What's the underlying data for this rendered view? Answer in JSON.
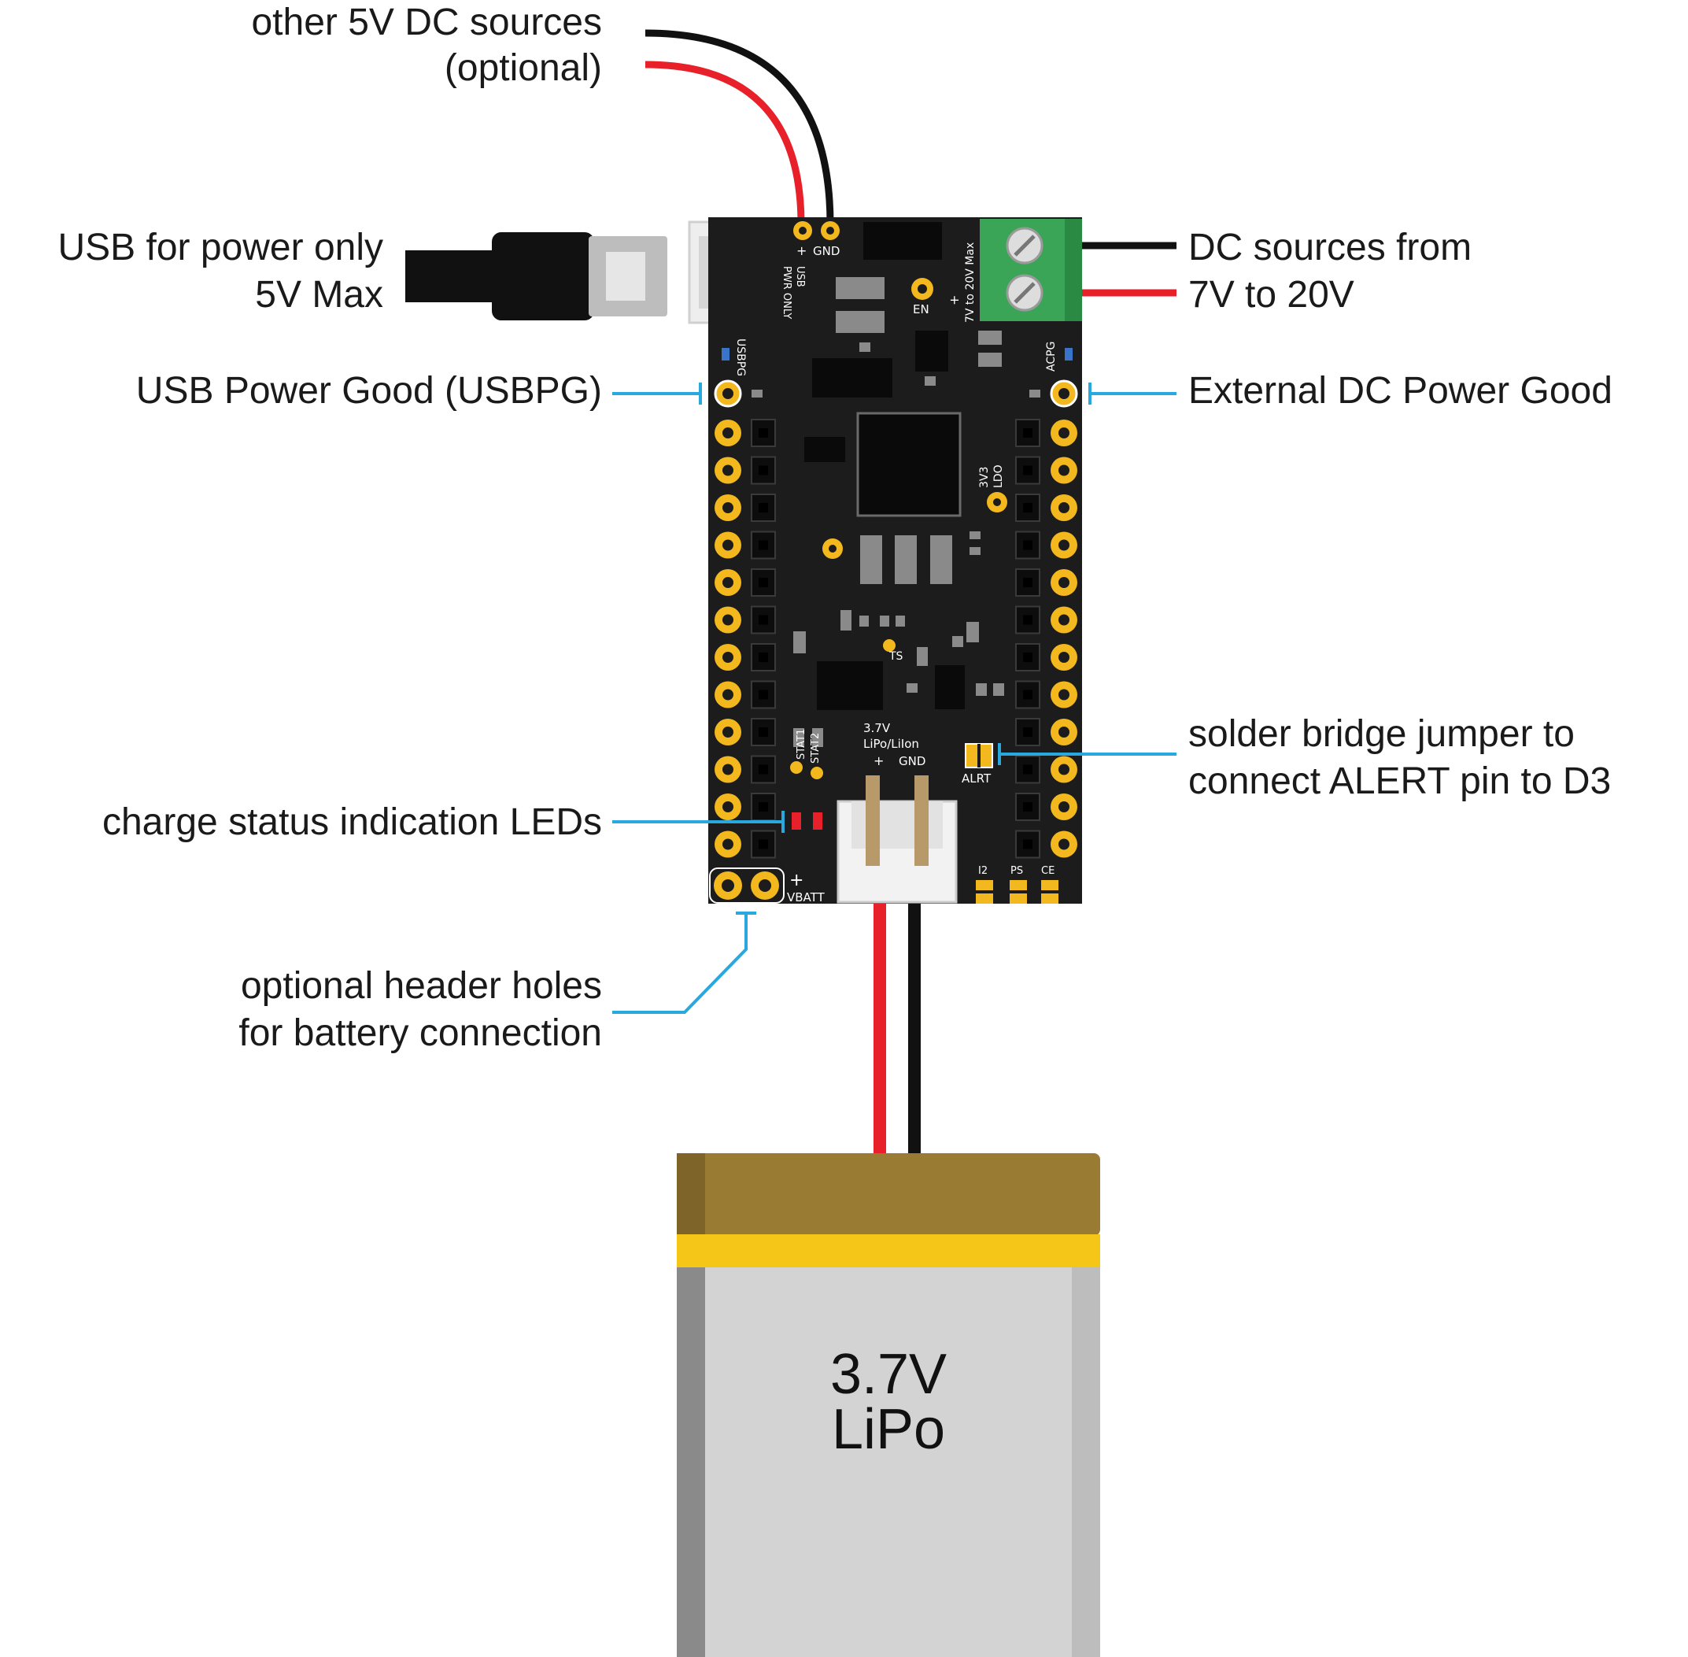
{
  "callouts": {
    "other_sources_1": "other 5V DC sources",
    "other_sources_2": "(optional)",
    "usb_1": "USB for power only",
    "usb_2": "5V Max",
    "dc_1": "DC sources from",
    "dc_2": "7V to 20V",
    "usbpg": "USB Power Good (USBPG)",
    "acpg": "External DC Power Good",
    "alert_1": "solder bridge jumper to",
    "alert_2": "connect ALERT pin to D3",
    "leds": "charge status indication LEDs",
    "header_1": "optional header holes",
    "header_2": "for battery connection"
  },
  "silkscreen": {
    "plus_top": "+",
    "gnd_top": "GND",
    "usb_pwr_1": "USB",
    "usb_pwr_2": "PWR ONLY",
    "en": "EN",
    "dc_range": "7V to 20V Max",
    "dc_plus": "+",
    "usbpg": "USBPG",
    "acpg": "ACPG",
    "ldo_1": "3V3",
    "ldo_2": "LDO",
    "ts": "TS",
    "stat1": "STAT1",
    "stat2": "STAT2",
    "lipo_1": "3.7V",
    "lipo_2": "LiPo/LiIon",
    "batt_plus": "+",
    "batt_gnd": "GND",
    "alrt": "ALRT",
    "vbatt_plus": "+",
    "vbatt": "VBATT",
    "i2": "I2",
    "ps": "PS",
    "ce": "CE"
  },
  "battery": {
    "voltage": "3.7V",
    "type": "LiPo"
  },
  "colors": {
    "pcb": "#1c1c1c",
    "pad": "#f2b81d",
    "callout_line": "#29a8df",
    "wire_red": "#e8202a",
    "wire_black": "#111111",
    "terminal": "#3aa556",
    "battery_top": "#9a7b33",
    "battery_band": "#f5c518",
    "battery_body": "#d3d3d3"
  }
}
